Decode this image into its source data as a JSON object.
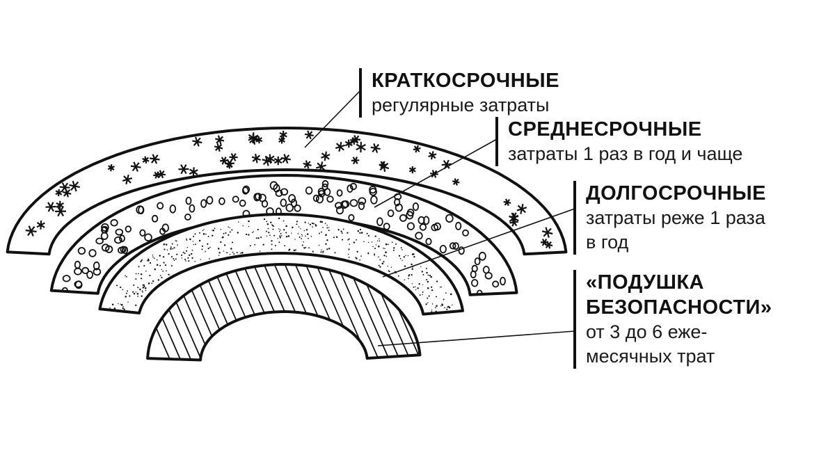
{
  "layers": [
    {
      "id": "short",
      "title": "КРАТКОСРОЧНЫЕ",
      "description": "регулярные затраты",
      "pattern": "stars"
    },
    {
      "id": "mid",
      "title": "СРЕДНЕСРОЧНЫЕ",
      "description": "затраты 1 раз в год и чаще",
      "pattern": "circles"
    },
    {
      "id": "long",
      "title": "ДОЛГОСРОЧНЫЕ",
      "description": "затраты реже 1 раза\nв год",
      "pattern": "dots"
    },
    {
      "id": "cushion",
      "title": "«ПОДУШКА\nБЕЗОПАСНОСТИ»",
      "description": "от 3 до 6 еже-\nмесячных трат",
      "pattern": "hatch"
    }
  ],
  "colors": {
    "ink": "#111111",
    "background": "#ffffff"
  }
}
